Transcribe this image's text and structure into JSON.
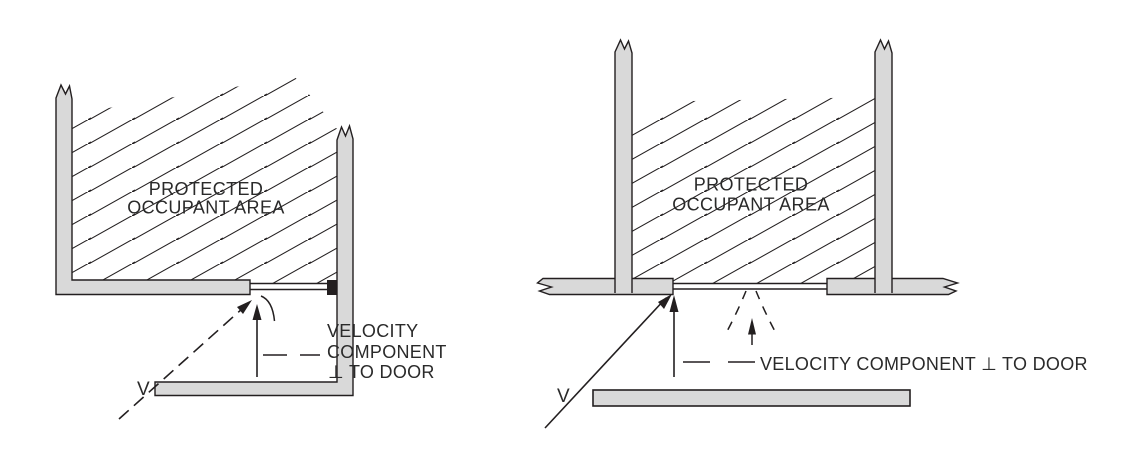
{
  "figure": {
    "left_diagram": {
      "area_label_line1": "PROTECTED",
      "area_label_line2": "OCCUPANT AREA",
      "velocity_label_line1": "VELOCITY",
      "velocity_label_line2": "COMPONENT",
      "velocity_label_line3": "⊥ TO DOOR",
      "v_symbol": "V"
    },
    "right_diagram": {
      "area_label_line1": "PROTECTED",
      "area_label_line2": "OCCUPANT AREA",
      "velocity_label": "VELOCITY COMPONENT ⊥ TO DOOR",
      "v_symbol": "V"
    },
    "colors": {
      "wall_fill": "#d9d9d9",
      "line": "#231f20",
      "text": "#2a2a2a",
      "background": "#ffffff"
    }
  }
}
